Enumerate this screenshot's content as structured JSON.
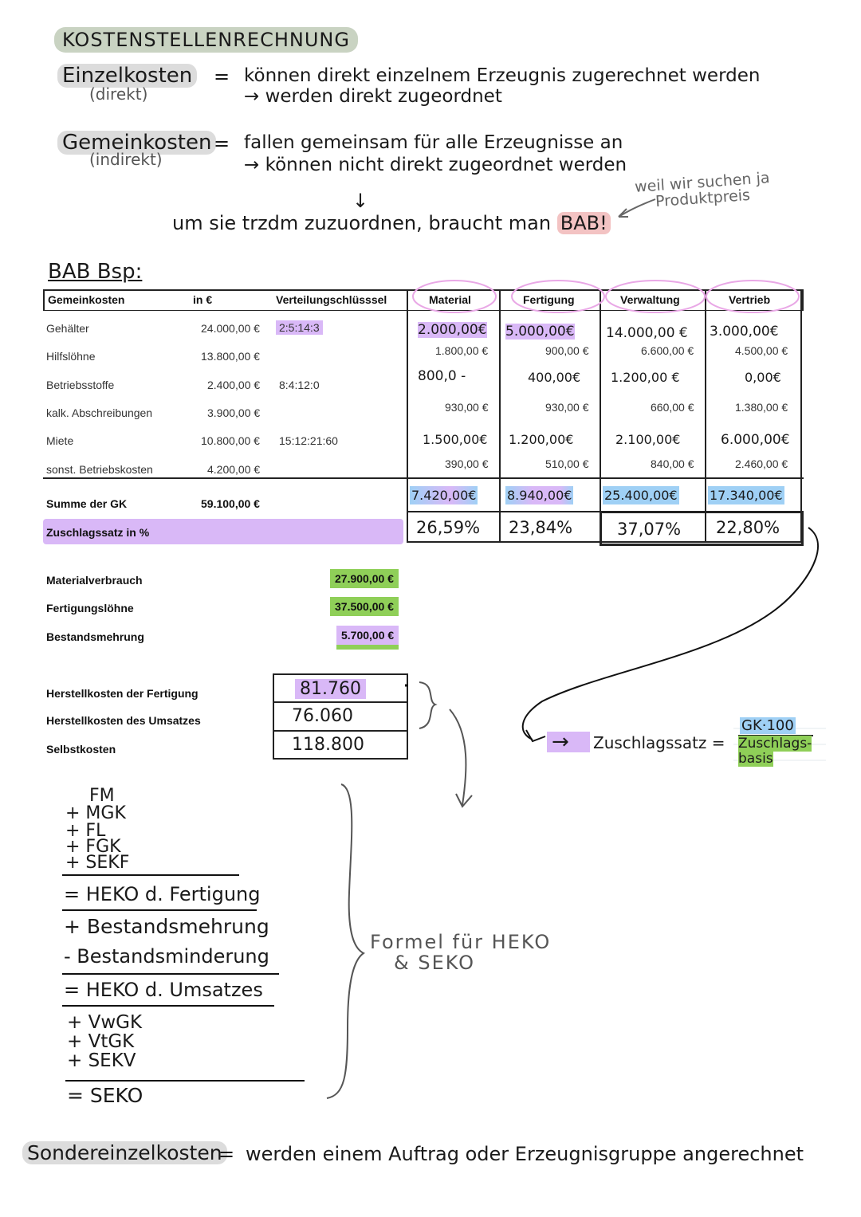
{
  "title": "KOSTENSTELLENRECHNUNG",
  "definitions": {
    "einzel_term": "Einzelkosten",
    "einzel_sub": "(direkt)",
    "einzel_eq": "=",
    "einzel_def1": "können direkt einzelnem Erzeugnis zugerechnet werden",
    "einzel_def2": "→ werden direkt zugeordnet",
    "gemein_term": "Gemeinkosten",
    "gemein_sub": "(indirekt)",
    "gemein_eq": "=",
    "gemein_def1": "fallen gemeinsam für alle Erzeugnisse an",
    "gemein_def2": "→ können nicht direkt zugeordnet werden",
    "down_arrow": "↓",
    "bab_line": "um sie trzdm zuzuordnen, braucht man",
    "bab_word": "BAB!",
    "side_note1": "weil wir suchen ja",
    "side_note2": "Produktpreis"
  },
  "bab_label": "BAB Bsp:",
  "table": {
    "headers": [
      "Gemeinkosten",
      "in €",
      "Verteilungschlüsssel",
      "Material",
      "Fertigung",
      "Verwaltung",
      "Vertrieb"
    ],
    "rows": [
      {
        "name": "Gehälter",
        "amount": "24.000,00 €",
        "key": "2:5:14:3",
        "material": "2.000,00€",
        "fertigung": "5.000,00€",
        "verwaltung": "14.000,00 €",
        "vertrieb": "3.000,00€"
      },
      {
        "name": "Hilfslöhne",
        "amount": "13.800,00 €",
        "key": "",
        "material": "1.800,00 €",
        "fertigung": "900,00 €",
        "verwaltung": "6.600,00 €",
        "vertrieb": "4.500,00 €"
      },
      {
        "name": "Betriebsstoffe",
        "amount": "2.400,00 €",
        "key": "8:4:12:0",
        "material": "800,0 -",
        "fertigung": "400,00€",
        "verwaltung": "1.200,00 €",
        "vertrieb": "0,00€"
      },
      {
        "name": "kalk. Abschreibungen",
        "amount": "3.900,00 €",
        "key": "",
        "material": "930,00 €",
        "fertigung": "930,00 €",
        "verwaltung": "660,00 €",
        "vertrieb": "1.380,00 €"
      },
      {
        "name": "Miete",
        "amount": "10.800,00 €",
        "key": "15:12:21:60",
        "material": "1.500,00€",
        "fertigung": "1.200,00€",
        "verwaltung": "2.100,00€",
        "vertrieb": "6.000,00€"
      },
      {
        "name": "sonst. Betriebskosten",
        "amount": "4.200,00 €",
        "key": "",
        "material": "390,00 €",
        "fertigung": "510,00 €",
        "verwaltung": "840,00 €",
        "vertrieb": "2.460,00 €"
      }
    ],
    "sum": {
      "name": "Summe der GK",
      "amount": "59.100,00 €",
      "material": "7.420,00€",
      "fertigung": "8.940,00€",
      "verwaltung": "25.400,00€",
      "vertrieb": "17.340,00€"
    },
    "rate": {
      "name": "Zuschlagssatz in %",
      "material": "26,59%",
      "fertigung": "23,84%",
      "verwaltung": "37,07%",
      "vertrieb": "22,80%"
    }
  },
  "basis": [
    {
      "label": "Materialverbrauch",
      "value": "27.900,00 €",
      "color": "#8fcf58"
    },
    {
      "label": "Fertigungslöhne",
      "value": "37.500,00 €",
      "color": "#8fcf58"
    },
    {
      "label": "Bestandsmehrung",
      "value": "5.700,00 €",
      "color": "#d9b8f7"
    }
  ],
  "results": [
    {
      "label": "Herstellkosten der Fertigung",
      "value": "81.760"
    },
    {
      "label": "Herstellkosten des Umsatzes",
      "value": "76.060"
    },
    {
      "label": "Selbstkosten",
      "value": "118.800"
    }
  ],
  "formula_right": {
    "arrow": "→",
    "lhs": "Zuschlagssatz =",
    "numerator": "GK·100",
    "denominator": "Zuschlags-basis"
  },
  "scheme": {
    "lines": [
      "FM",
      "+ MGK",
      "+ FL",
      "+ FGK",
      "+ SEKF"
    ],
    "heko_fert": "= HEKO d. Fertigung",
    "plus_bestand": "+ Bestandsmehrung",
    "minus_bestand": "- Bestandsminderung",
    "heko_ums": "= HEKO d. Umsatzes",
    "lines2": [
      "+ VwGK",
      "+ VtGK",
      "+ SEKV"
    ],
    "seko": "= SEKO",
    "note1": "Formel für HEKO",
    "note2": "& SEKO"
  },
  "bottom": {
    "term": "Sondereinzelkosten",
    "eq": "=",
    "def": "werden einem Auftrag oder Erzeugnisgruppe angerechnet"
  },
  "colors": {
    "sage": "#c9d3c2",
    "purple": "#d9b8f7",
    "green": "#8fcf58",
    "blue": "#9fd0f5",
    "pink": "#f3c3c3"
  }
}
